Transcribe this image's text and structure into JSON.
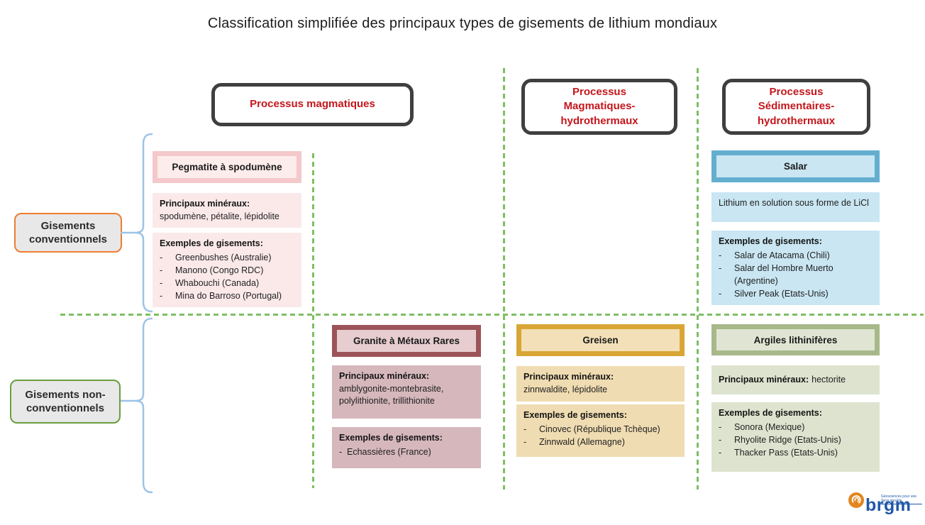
{
  "title": "Classification simplifiée des principaux types de gisements de lithium mondiaux",
  "process_headers": [
    {
      "label": "Processus magmatiques"
    },
    {
      "label": "Processus\nMagmatiques-\nhydrothermaux"
    },
    {
      "label": "Processus\nSédimentaires-\nhydrothermaux"
    }
  ],
  "row_labels": [
    {
      "label": "Gisements\nconventionnels"
    },
    {
      "label": "Gisements non-\nconventionnels"
    }
  ],
  "deposits": [
    {
      "name": "Pegmatite à spodumène",
      "minerals_label": "Principaux minéraux:",
      "minerals": "spodumène, pétalite, lépidolite",
      "examples_label": "Exemples de gisements:",
      "examples": [
        "Greenbushes (Australie)",
        "Manono (Congo RDC)",
        "Whabouchi (Canada)",
        "Mina do Barroso (Portugal)"
      ]
    },
    {
      "name": "Granite à Métaux Rares",
      "minerals_label": "Principaux minéraux:",
      "minerals": "amblygonite-montebrasite, polylithionite, trillithionite",
      "examples_label": "Exemples de gisements:",
      "examples": [
        "Echassières (France)"
      ]
    },
    {
      "name": "Greisen",
      "minerals_label": "Principaux minéraux:",
      "minerals": "zinnwaldite, lépidolite",
      "examples_label": "Exemples de gisements:",
      "examples": [
        "Cinovec (République Tchèque)",
        "Zinnwald (Allemagne)"
      ]
    },
    {
      "name": "Salar",
      "info": "Lithium en solution sous forme de LiCl",
      "examples_label": "Exemples de gisements:",
      "examples": [
        "Salar de Atacama (Chili)",
        "Salar del Hombre Muerto (Argentine)",
        "Silver Peak (Etats-Unis)"
      ]
    },
    {
      "name": "Argiles lithinifères",
      "minerals_label": "Principaux minéraux:",
      "minerals": "hectorite",
      "examples_label": "Exemples de gisements:",
      "examples": [
        "Sonora (Mexique)",
        "Rhyolite Ridge (Etats-Unis)",
        "Thacker Pass (Etats-Unis)"
      ]
    }
  ],
  "colors": {
    "process_text": "#c4161c",
    "process_border": "#3f3f3f",
    "pegmatite": "#f5c8cb",
    "granite": "#9c5458",
    "greisen": "#d9a636",
    "salar": "#63aecf",
    "argiles": "#a7b889",
    "conventional_border": "#ed7d31",
    "non_conventional_border": "#6a9e3f",
    "bracket_blue": "#9dc3e6",
    "dashed_line_green": "#7ebf62"
  },
  "logo": {
    "wordmark": "brgm",
    "tagline": "Géosciences pour une Terre durable"
  }
}
